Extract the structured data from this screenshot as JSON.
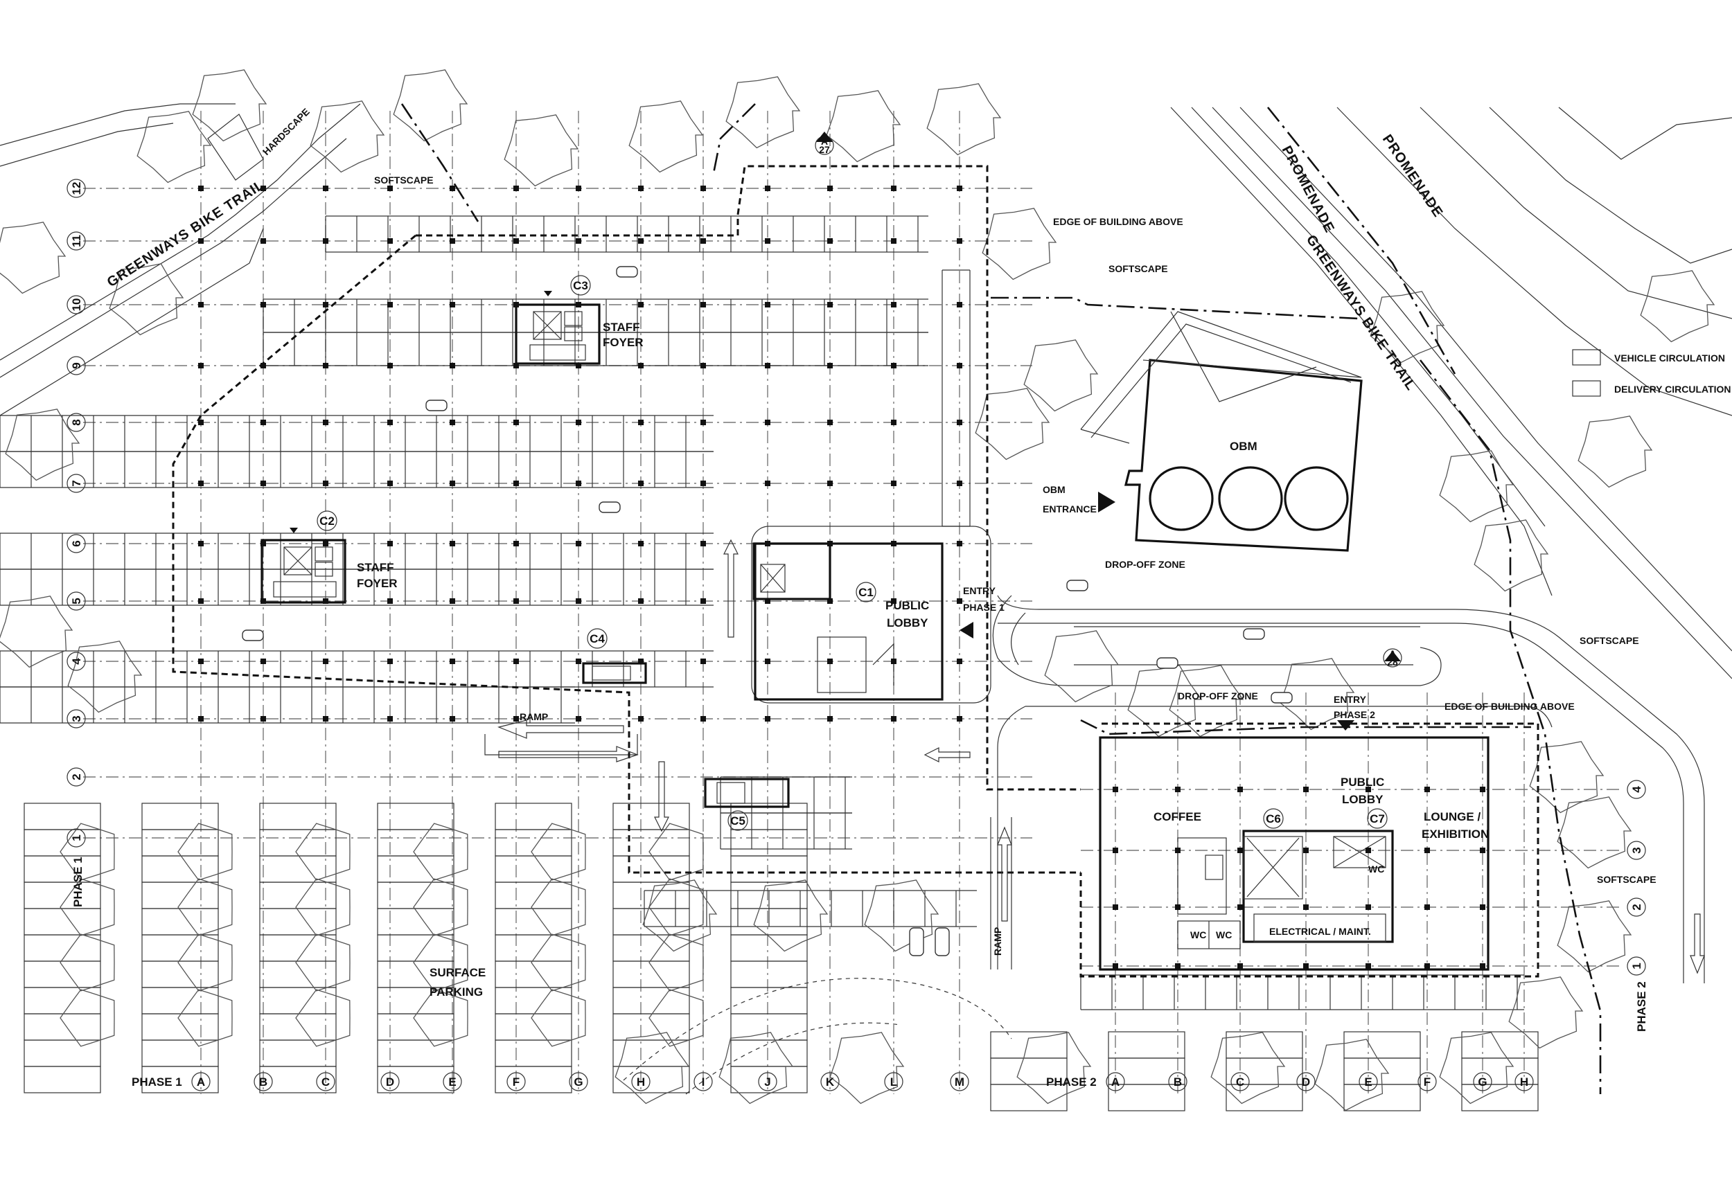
{
  "labels": {
    "hardscape": "HARDSCAPE",
    "softscape_top": "SOFTSCAPE",
    "greenways_left": "GREENWAYS BIKE TRAIL",
    "greenways_right": "GREENWAYS BIKE TRAIL",
    "promenade_1": "PROMENADE",
    "promenade_2": "PROMENADE",
    "edge_building_1": "EDGE OF BUILDING ABOVE",
    "softscape_mid": "SOFTSCAPE",
    "softscape_right": "SOFTSCAPE",
    "softscape_low": "SOFTSCAPE",
    "obm": "OBM",
    "obm_entrance_1": "OBM",
    "obm_entrance_2": "ENTRANCE",
    "dropoff_1": "DROP-OFF ZONE",
    "dropoff_2": "DROP-OFF ZONE",
    "entry_phase1_1": "ENTRY",
    "entry_phase1_2": "PHASE 1",
    "entry_phase2_1": "ENTRY",
    "entry_phase2_2": "PHASE 2",
    "edge_building_2": "EDGE OF BUILDING ABOVE",
    "staff_foyer_c3_1": "STAFF",
    "staff_foyer_c3_2": "FOYER",
    "staff_foyer_c2_1": "STAFF",
    "staff_foyer_c2_2": "FOYER",
    "public_lobby_1_1": "PUBLIC",
    "public_lobby_1_2": "LOBBY",
    "public_lobby_2_1": "PUBLIC",
    "public_lobby_2_2": "LOBBY",
    "coffee": "COFFEE",
    "lounge_1": "LOUNGE /",
    "lounge_2": "EXHIBITION",
    "wc_1": "WC",
    "wc_2": "WC",
    "wc_3": "WC",
    "electrical": "ELECTRICAL / MAINT.",
    "ramp_1": "RAMP",
    "ramp_2": "RAMP",
    "surface_1": "SURFACE",
    "surface_2": "PARKING",
    "phase1_vertical": "PHASE 1",
    "phase2_vertical": "PHASE 2",
    "phase1_bottom": "PHASE 1",
    "phase2_bottom": "PHASE 2"
  },
  "legend": [
    {
      "label": "VEHICLE CIRCULATION"
    },
    {
      "label": "DELIVERY CIRCULATION"
    }
  ],
  "cores": [
    "C1",
    "C2",
    "C3",
    "C4",
    "C5",
    "C6",
    "C7"
  ],
  "section_markers": [
    {
      "letter": "A",
      "num": "27"
    },
    {
      "letter": "A",
      "num": "28"
    }
  ],
  "grid_phase1_columns": [
    "A",
    "B",
    "C",
    "D",
    "E",
    "F",
    "G",
    "H",
    "I",
    "J",
    "K",
    "L",
    "M"
  ],
  "grid_phase1_rows": [
    "12",
    "11",
    "10",
    "9",
    "8",
    "7",
    "6",
    "5",
    "4",
    "3",
    "2",
    "1"
  ],
  "grid_phase2_columns": [
    "A",
    "B",
    "C",
    "D",
    "E",
    "F",
    "G",
    "H"
  ],
  "grid_phase2_rows": [
    "4",
    "3",
    "2",
    "1"
  ]
}
